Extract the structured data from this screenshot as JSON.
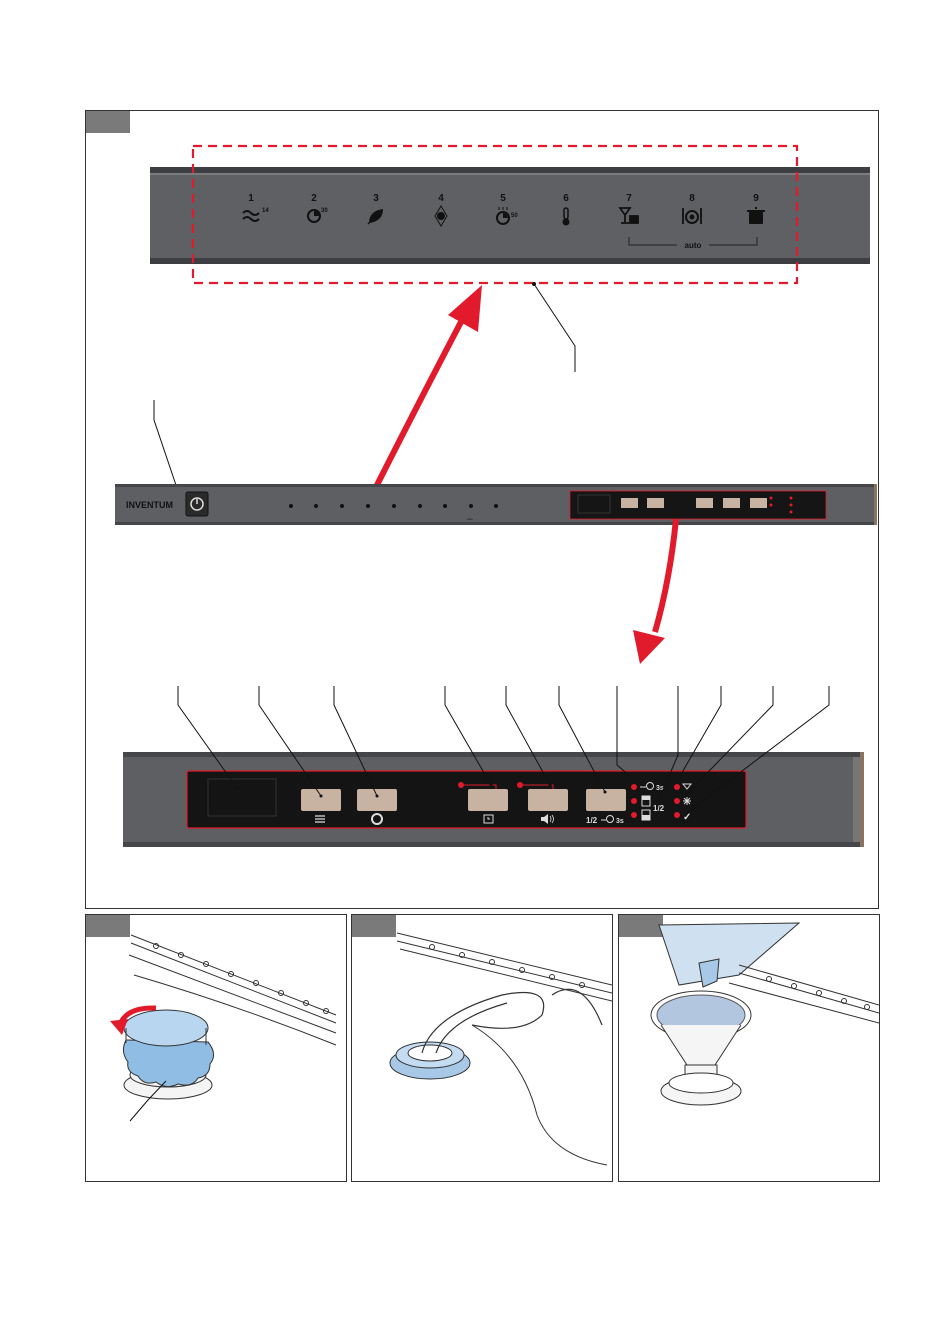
{
  "control_panel_detail": {
    "programs": [
      {
        "number": "1",
        "icon": "intensive-wave-icon",
        "superscript": "14"
      },
      {
        "number": "2",
        "icon": "quick-clock-icon",
        "superscript": "30"
      },
      {
        "number": "3",
        "icon": "eco-leaf-icon",
        "superscript": ""
      },
      {
        "number": "4",
        "icon": "rinse-droplet-icon",
        "superscript": ""
      },
      {
        "number": "5",
        "icon": "half-load-clock-icon",
        "superscript": "50"
      },
      {
        "number": "6",
        "icon": "thermometer-icon",
        "superscript": ""
      },
      {
        "number": "7",
        "icon": "glass-cup-icon",
        "superscript": ""
      },
      {
        "number": "8",
        "icon": "plate-cutlery-icon",
        "superscript": ""
      },
      {
        "number": "9",
        "icon": "pot-icon",
        "superscript": ""
      }
    ],
    "auto_label": "auto"
  },
  "overview_panel": {
    "brand": "INVENTUM",
    "power_icon": "power-button-icon",
    "mini_auto_label": "auto"
  },
  "button_panel": {
    "buttons": [
      {
        "symbol": "≡",
        "icon": "menu-lines-icon"
      },
      {
        "symbol": "◯",
        "icon": "ring-icon"
      },
      {
        "symbol": "⊙",
        "icon": "timer-box-icon"
      },
      {
        "symbol": "◀))",
        "icon": "speaker-icon"
      },
      {
        "symbol": "1/2 /→ 3s",
        "icon": "half-load-icon"
      }
    ],
    "indicator_right_labels": [
      "3s",
      "1/2",
      "✓"
    ],
    "half_label": "1/2",
    "three_s_label": "3s",
    "check_label": "✓"
  },
  "colors": {
    "accent_red": "#e11b2b",
    "panel_dark": "#5d5f62",
    "panel_black": "#141414",
    "button_beige": "#c8b2a2",
    "rack_blue": "#a7c8e6"
  }
}
